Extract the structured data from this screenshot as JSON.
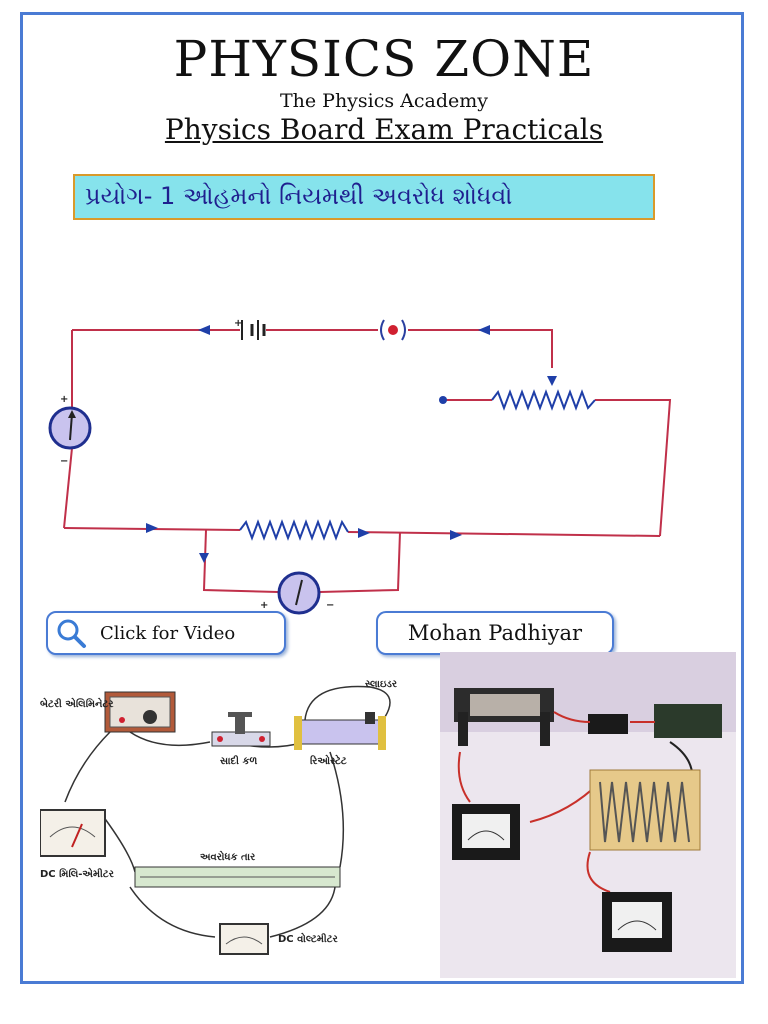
{
  "header": {
    "title": "PHYSICS ZONE",
    "subtitle": "The Physics Academy",
    "heading": "Physics Board Exam Practicals"
  },
  "experiment": {
    "title": "પ્રયોગ- 1 ઓહમનો નિયમથી અવરોધ શોધવો"
  },
  "video_button": {
    "label": "Click for Video",
    "icon": "search-icon"
  },
  "author": {
    "name": "Mohan Padhiyar"
  },
  "apparatus_labels": {
    "battery": "બેટરી એલિમિનેટર",
    "slider": "સ્લાઇડર",
    "key": "સાદી કળ",
    "rheostat": "રિઓસ્ટેટ",
    "milliammeter": "DC મિલિ-એમીટર",
    "wire": "અવરોધક તાર",
    "voltmeter": "DC વોલ્ટમીટર"
  },
  "colors": {
    "frame": "#4a7bd4",
    "banner_bg": "#86e3ec",
    "banner_border": "#d99a2b",
    "wire": "#c0304a"
  }
}
